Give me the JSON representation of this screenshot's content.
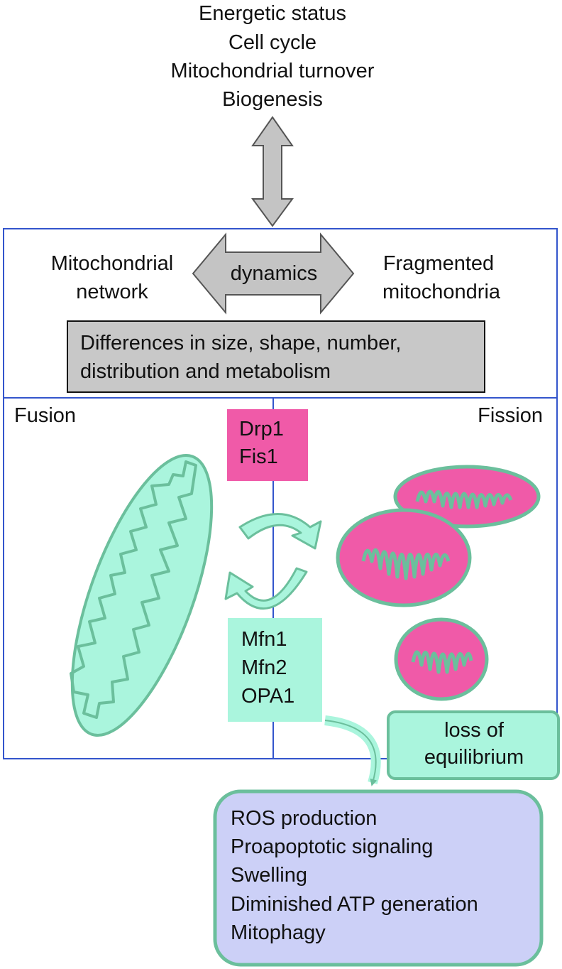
{
  "top_factors": [
    "Energetic status",
    "Cell cycle",
    "Mitochondrial turnover",
    "Biogenesis"
  ],
  "dynamics_panel": {
    "left_label": [
      "Mitochondrial",
      "network"
    ],
    "arrow_label": "dynamics",
    "right_label": [
      "Fragmented",
      "mitochondria"
    ],
    "differences": [
      "Differences in size, shape, number,",
      "distribution and metabolism"
    ]
  },
  "fusion_label": "Fusion",
  "fission_label": "Fission",
  "fission_proteins": [
    "Drp1",
    "Fis1"
  ],
  "fusion_proteins": [
    "Mfn1",
    "Mfn2",
    "OPA1"
  ],
  "imbalance_label": [
    "loss of",
    "equilibrium"
  ],
  "consequences": [
    "ROS production",
    "Proapoptotic signaling",
    "Swelling",
    "Diminished ATP generation",
    "Mitophagy"
  ],
  "colors": {
    "border_blue": "#3355cc",
    "mito_fill": "#aaf5dd",
    "mito_stroke": "#6bbf9c",
    "pink": "#f05aa8",
    "gray_box": "#c8c8c8",
    "consequence_fill": "#ccd0f7"
  }
}
